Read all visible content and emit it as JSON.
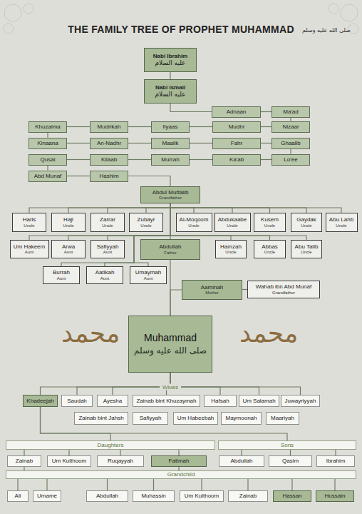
{
  "diagram": {
    "title": "THE FAMILY TREE OF PROPHET MUHAMMAD",
    "nodes": [
      {
        "text": [
          "Nabi Ibrahim",
          "عليه السلام"
        ]
      },
      {
        "text": [
          "Nabi Ismail",
          "عليه السلام"
        ]
      },
      {
        "text": [
          "Adnaan"
        ]
      },
      {
        "text": [
          "Ma'ad"
        ]
      },
      {
        "text": [
          "Khuzaima"
        ]
      },
      {
        "text": [
          "Mudrikah"
        ]
      },
      {
        "text": [
          "Ilyaas"
        ]
      },
      {
        "text": [
          "Mudhr"
        ]
      },
      {
        "text": [
          "Nizaar"
        ]
      },
      {
        "text": [
          "Kinaana"
        ]
      },
      {
        "text": [
          "An-Nadhr"
        ]
      },
      {
        "text": [
          "Maalik"
        ]
      },
      {
        "text": [
          "Fahr"
        ]
      },
      {
        "text": [
          "Ghaalib"
        ]
      },
      {
        "text": [
          "Qusai"
        ]
      },
      {
        "text": [
          "Kilaab"
        ]
      },
      {
        "text": [
          "Murrah"
        ]
      },
      {
        "text": [
          "Ka'ab"
        ]
      },
      {
        "text": [
          "Lo'ee"
        ]
      },
      {
        "text": [
          "Abd Munaf"
        ]
      },
      {
        "text": [
          "Hashim"
        ]
      },
      {
        "text": [
          "Abdul Muttalib",
          "Grandfather"
        ]
      },
      {
        "text": [
          "Haris",
          "Uncle"
        ]
      },
      {
        "text": [
          "Hajl",
          "Uncle"
        ]
      },
      {
        "text": [
          "Zarrar",
          "Uncle"
        ]
      },
      {
        "text": [
          "Zubayr",
          "Uncle"
        ]
      },
      {
        "text": [
          "Al-Moqoom",
          "Uncle"
        ]
      },
      {
        "text": [
          "Abdukaabe",
          "Uncle"
        ]
      },
      {
        "text": [
          "Kusem",
          "Uncle"
        ]
      },
      {
        "text": [
          "Gaydak",
          "Uncle"
        ]
      },
      {
        "text": [
          "Abu Lahb",
          "Uncle"
        ]
      },
      {
        "text": [
          "Um Hakeem",
          "Aunt"
        ]
      },
      {
        "text": [
          "Arwa",
          "Aunt"
        ]
      },
      {
        "text": [
          "Safiyyah",
          "Aunt"
        ]
      },
      {
        "text": [
          "Abdullah",
          "Father"
        ]
      },
      {
        "text": [
          "Hamzah",
          "Uncle"
        ]
      },
      {
        "text": [
          "Abbas",
          "Uncle"
        ]
      },
      {
        "text": [
          "Abu Talib",
          "Uncle"
        ]
      },
      {
        "text": [
          "Burrah",
          "Aunt"
        ]
      },
      {
        "text": [
          "Aatikah",
          "Aunt"
        ]
      },
      {
        "text": [
          "Umaymah",
          "Aunt"
        ]
      },
      {
        "text": [
          "Aaminah",
          "Mother"
        ]
      },
      {
        "text": [
          "Wahab ibn Abd Munaf",
          "Grandfather"
        ]
      },
      {
        "text": [
          "Muhammad",
          "صلى الله عليه وسلم"
        ]
      },
      {
        "text": [
          "Khadeejah"
        ]
      },
      {
        "text": [
          "Saudah"
        ]
      },
      {
        "text": [
          "Ayesha"
        ]
      },
      {
        "text": [
          "Zainab bint Khuzaymah"
        ]
      },
      {
        "text": [
          "Hafsah"
        ]
      },
      {
        "text": [
          "Um Salamah"
        ]
      },
      {
        "text": [
          "Juwayriyyah"
        ]
      },
      {
        "text": [
          "Zainab bint Jahsh"
        ]
      },
      {
        "text": [
          "Safiyyah"
        ]
      },
      {
        "text": [
          "Um Habeebah"
        ]
      },
      {
        "text": [
          "Maymoonah"
        ]
      },
      {
        "text": [
          "Maariyah"
        ]
      },
      {
        "text": [
          "Daughters"
        ]
      },
      {
        "text": [
          "Sons"
        ]
      },
      {
        "text": [
          "Zainab"
        ]
      },
      {
        "text": [
          "Um Kulthoom"
        ]
      },
      {
        "text": [
          "Ruqayyah"
        ]
      },
      {
        "text": [
          "Fatimah"
        ]
      },
      {
        "text": [
          "Abdullah"
        ]
      },
      {
        "text": [
          "Qasim"
        ]
      },
      {
        "text": [
          "Ibrahim"
        ]
      },
      {
        "text": [
          "Grandchild"
        ]
      },
      {
        "text": [
          "Ali"
        ]
      },
      {
        "text": [
          "Umame"
        ]
      },
      {
        "text": [
          "Abdullah"
        ]
      },
      {
        "text": [
          "Muhassin"
        ]
      },
      {
        "text": [
          "Um Kulthoom"
        ]
      },
      {
        "text": [
          "Zainab"
        ]
      },
      {
        "text": [
          "Hassan"
        ]
      },
      {
        "text": [
          "Hussain"
        ]
      }
    ],
    "edges": [
      {
        "from": 0,
        "to": 1,
        "arrow": "none"
      },
      {
        "from": 1,
        "to": 2,
        "arrow": "none"
      },
      {
        "from": 2,
        "to": 3,
        "arrow": "none"
      },
      {
        "from": 3,
        "to": 8,
        "arrow": "none"
      },
      {
        "from": 8,
        "to": 7,
        "arrow": "none"
      },
      {
        "from": 7,
        "to": 6,
        "arrow": "none"
      },
      {
        "from": 6,
        "to": 5,
        "arrow": "none"
      },
      {
        "from": 5,
        "to": 4,
        "arrow": "none"
      },
      {
        "from": 4,
        "to": 9,
        "arrow": "none"
      },
      {
        "from": 9,
        "to": 10,
        "arrow": "none"
      },
      {
        "from": 10,
        "to": 11,
        "arrow": "none"
      },
      {
        "from": 11,
        "to": 12,
        "arrow": "none"
      },
      {
        "from": 12,
        "to": 13,
        "arrow": "none"
      },
      {
        "from": 13,
        "to": 18,
        "arrow": "none"
      },
      {
        "from": 18,
        "to": 17,
        "arrow": "none"
      },
      {
        "from": 17,
        "to": 16,
        "arrow": "none"
      },
      {
        "from": 16,
        "to": 15,
        "arrow": "none"
      },
      {
        "from": 15,
        "to": 14,
        "arrow": "none"
      },
      {
        "from": 14,
        "to": 19,
        "arrow": "none"
      },
      {
        "from": 19,
        "to": 20,
        "arrow": "none"
      },
      {
        "from": 20,
        "to": 21,
        "arrow": "none"
      },
      {
        "from": 21,
        "to": 22,
        "arrow": "none"
      },
      {
        "from": 21,
        "to": 23,
        "arrow": "none"
      },
      {
        "from": 21,
        "to": 24,
        "arrow": "none"
      },
      {
        "from": 21,
        "to": 25,
        "arrow": "none"
      },
      {
        "from": 21,
        "to": 26,
        "arrow": "none"
      },
      {
        "from": 21,
        "to": 27,
        "arrow": "none"
      },
      {
        "from": 21,
        "to": 28,
        "arrow": "none"
      },
      {
        "from": 21,
        "to": 29,
        "arrow": "none"
      },
      {
        "from": 21,
        "to": 30,
        "arrow": "none"
      },
      {
        "from": 21,
        "to": 31,
        "arrow": "none"
      },
      {
        "from": 21,
        "to": 32,
        "arrow": "none"
      },
      {
        "from": 21,
        "to": 33,
        "arrow": "none"
      },
      {
        "from": 21,
        "to": 34,
        "arrow": "none"
      },
      {
        "from": 21,
        "to": 35,
        "arrow": "none"
      },
      {
        "from": 21,
        "to": 36,
        "arrow": "none"
      },
      {
        "from": 21,
        "to": 37,
        "arrow": "none"
      },
      {
        "from": 21,
        "to": 38,
        "arrow": "none"
      },
      {
        "from": 21,
        "to": 39,
        "arrow": "none"
      },
      {
        "from": 21,
        "to": 40,
        "arrow": "none"
      },
      {
        "from": 34,
        "to": 43,
        "arrow": "none"
      },
      {
        "from": 41,
        "to": 43,
        "arrow": "none"
      },
      {
        "from": 42,
        "to": 41,
        "arrow": "none"
      },
      {
        "from": 43,
        "to": 44,
        "arrow": "none"
      },
      {
        "from": 43,
        "to": 45,
        "arrow": "none"
      },
      {
        "from": 43,
        "to": 46,
        "arrow": "none"
      },
      {
        "from": 43,
        "to": 47,
        "arrow": "none"
      },
      {
        "from": 43,
        "to": 48,
        "arrow": "none"
      },
      {
        "from": 43,
        "to": 49,
        "arrow": "none"
      },
      {
        "from": 43,
        "to": 50,
        "arrow": "none"
      },
      {
        "from": 44,
        "to": 56,
        "arrow": "none"
      },
      {
        "from": 44,
        "to": 57,
        "arrow": "none"
      },
      {
        "from": 56,
        "to": 58,
        "arrow": "none"
      },
      {
        "from": 56,
        "to": 59,
        "arrow": "none"
      },
      {
        "from": 56,
        "to": 60,
        "arrow": "none"
      },
      {
        "from": 56,
        "to": 61,
        "arrow": "none"
      },
      {
        "from": 57,
        "to": 62,
        "arrow": "none"
      },
      {
        "from": 57,
        "to": 63,
        "arrow": "none"
      },
      {
        "from": 57,
        "to": 64,
        "arrow": "none"
      },
      {
        "from": 58,
        "to": 65,
        "arrow": "none"
      },
      {
        "from": 61,
        "to": 65,
        "arrow": "none"
      },
      {
        "from": 65,
        "to": 66,
        "arrow": "none"
      },
      {
        "from": 65,
        "to": 67,
        "arrow": "none"
      },
      {
        "from": 65,
        "to": 68,
        "arrow": "none"
      },
      {
        "from": 65,
        "to": 69,
        "arrow": "none"
      },
      {
        "from": 65,
        "to": 70,
        "arrow": "none"
      },
      {
        "from": 65,
        "to": 71,
        "arrow": "none"
      },
      {
        "from": 65,
        "to": 72,
        "arrow": "none"
      },
      {
        "from": 65,
        "to": 73,
        "arrow": "none"
      }
    ],
    "labels": [
      "صلى الله عليه وسلم",
      "Wives",
      "محمد",
      "محمد"
    ]
  }
}
